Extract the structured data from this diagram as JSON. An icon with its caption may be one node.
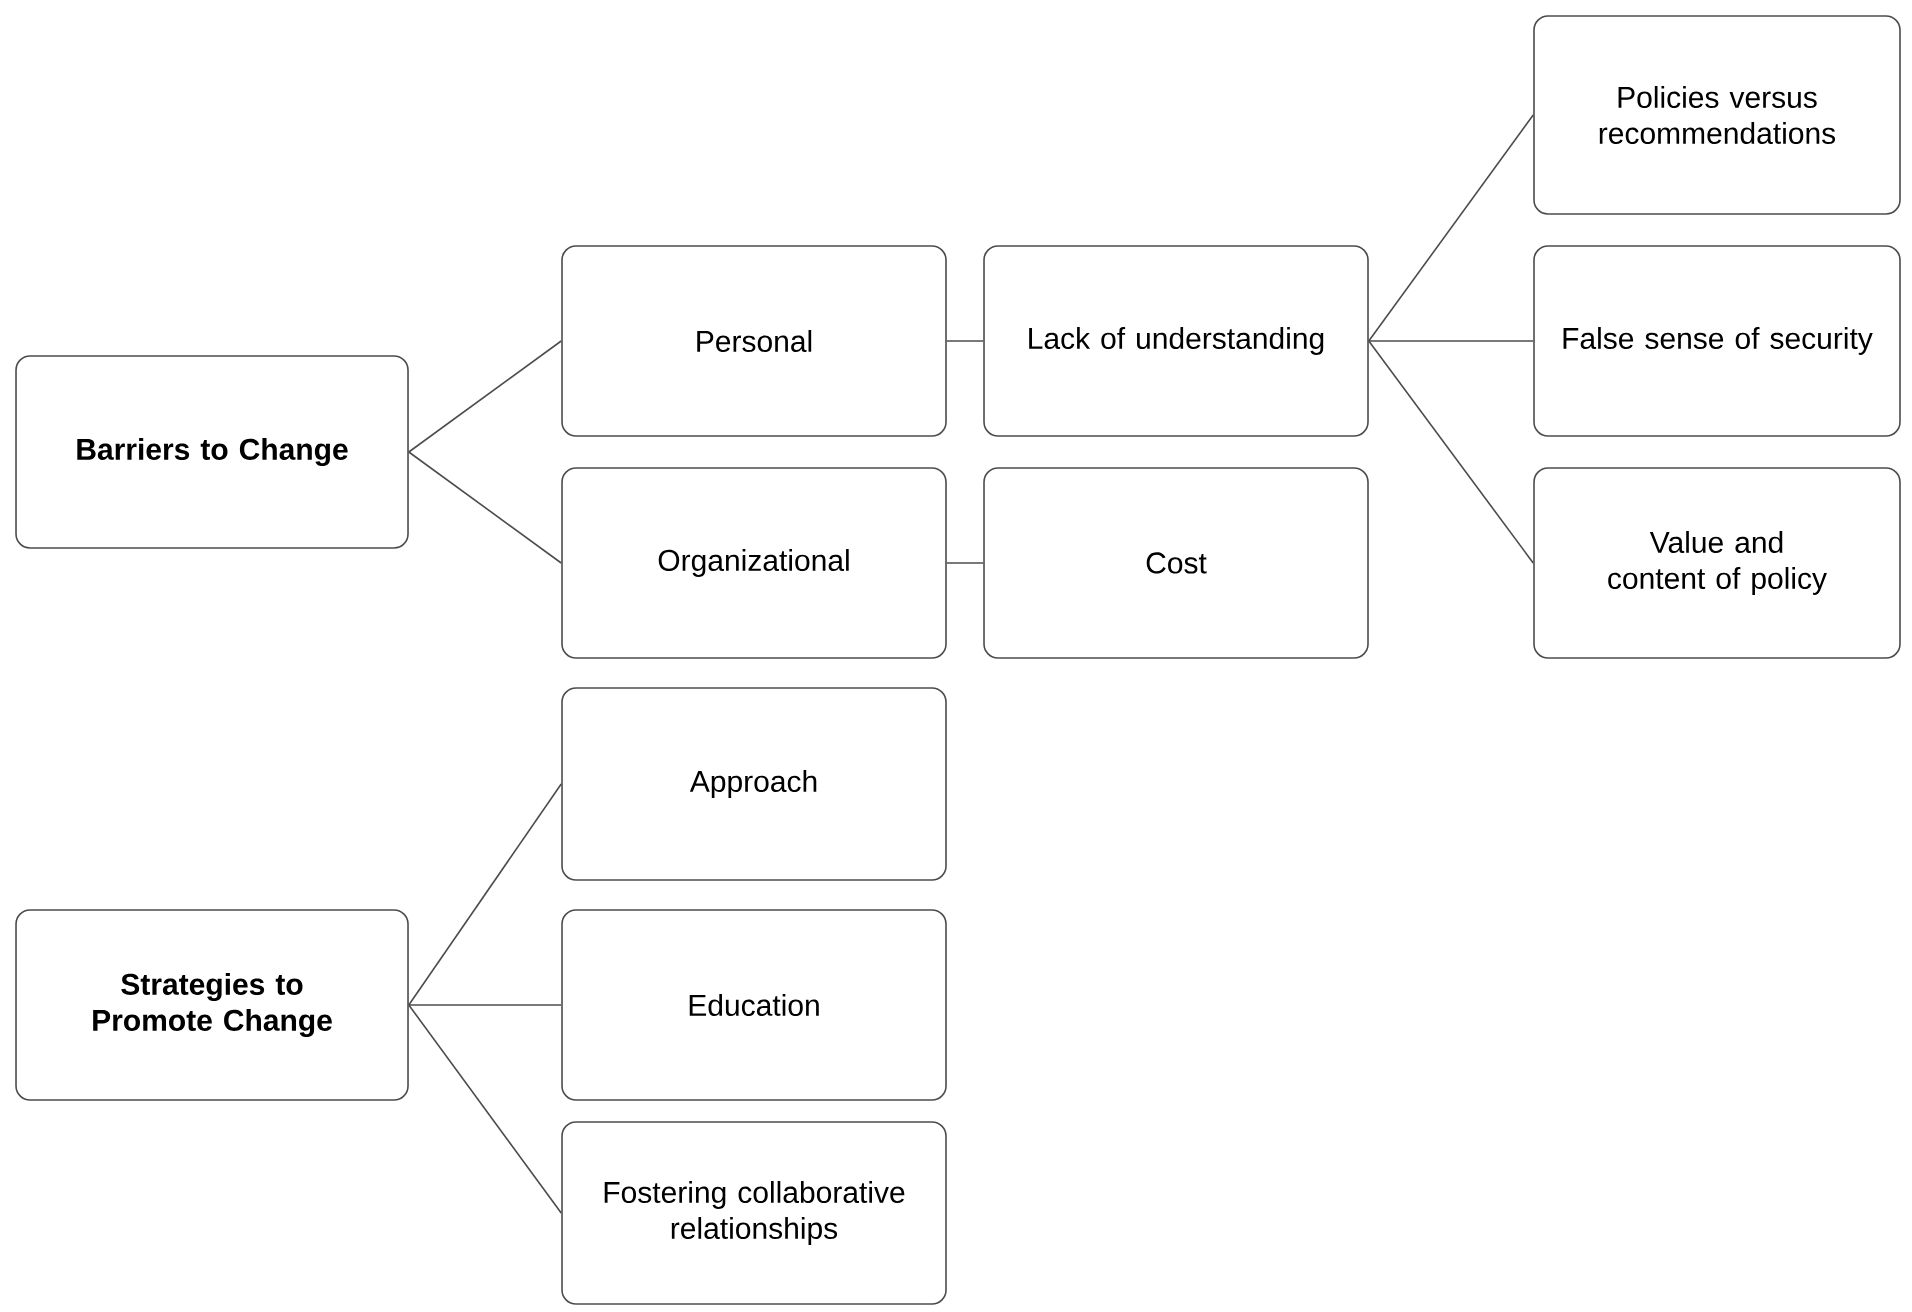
{
  "diagram": {
    "nodes": [
      {
        "text": [
          "Barriers to Change"
        ]
      },
      {
        "text": [
          "Personal"
        ]
      },
      {
        "text": [
          "Organizational"
        ]
      },
      {
        "text": [
          "Lack of understanding"
        ]
      },
      {
        "text": [
          "Cost"
        ]
      },
      {
        "text": [
          "Policies versus recommendations"
        ]
      },
      {
        "text": [
          "False sense of security"
        ]
      },
      {
        "text": [
          "Value and content of policy"
        ]
      },
      {
        "text": [
          "Strategies to Promote Change"
        ]
      },
      {
        "text": [
          "Approach"
        ]
      },
      {
        "text": [
          "Education"
        ]
      },
      {
        "text": [
          "Fostering collaborative relationships"
        ]
      }
    ],
    "edges": [
      {
        "from": 0,
        "to": 1,
        "arrow": "none"
      },
      {
        "from": 0,
        "to": 2,
        "arrow": "none"
      },
      {
        "from": 1,
        "to": 3,
        "arrow": "none"
      },
      {
        "from": 2,
        "to": 4,
        "arrow": "none"
      },
      {
        "from": 3,
        "to": 5,
        "arrow": "none"
      },
      {
        "from": 3,
        "to": 6,
        "arrow": "none"
      },
      {
        "from": 3,
        "to": 7,
        "arrow": "none"
      },
      {
        "from": 8,
        "to": 9,
        "arrow": "none"
      },
      {
        "from": 8,
        "to": 10,
        "arrow": "none"
      },
      {
        "from": 8,
        "to": 11,
        "arrow": "none"
      }
    ]
  }
}
